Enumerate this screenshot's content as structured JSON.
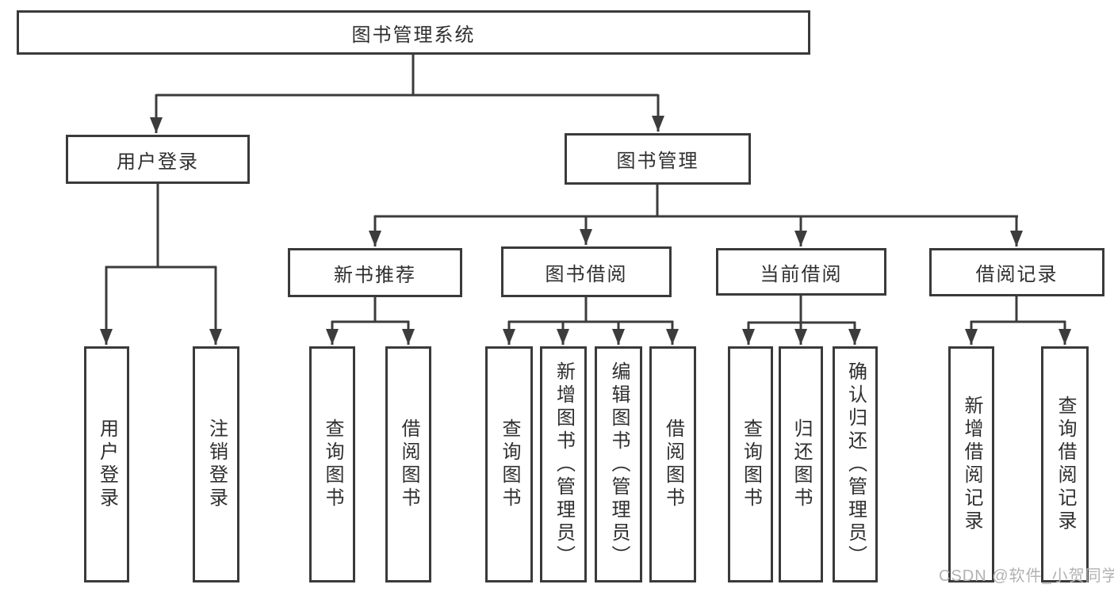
{
  "title": "图书管理系统",
  "watermark": "CSDN @软件_小贺同学",
  "colors": {
    "background": "#ffffff",
    "line": "#3c3c3c",
    "text": "#2f2f2f",
    "watermark": "#b2b2b2"
  },
  "nodes": {
    "root": "图书管理系统",
    "user_login": "用户登录",
    "book_mgmt": "图书管理",
    "new_books": "新书推荐",
    "book_borrow": "图书借阅",
    "current_borrow": "当前借阅",
    "borrow_records": "借阅记录",
    "leaf_user_login": "用户登录",
    "leaf_logout": "注销登录",
    "leaf_nb_query": "查询图书",
    "leaf_nb_borrow": "借阅图书",
    "leaf_bb_query": "查询图书",
    "leaf_bb_add": "新增图书（管理员）",
    "leaf_bb_edit": "编辑图书（管理员）",
    "leaf_bb_borrow": "借阅图书",
    "leaf_cb_query": "查询图书",
    "leaf_cb_return": "归还图书",
    "leaf_cb_confirm": "确认归还（管理员）",
    "leaf_br_add": "新增借阅记录",
    "leaf_br_query": "查询借阅记录"
  },
  "tree": [
    {
      "label": "图书管理系统",
      "children": [
        {
          "label": "用户登录",
          "children": [
            {
              "label": "用户登录"
            },
            {
              "label": "注销登录"
            }
          ]
        },
        {
          "label": "图书管理",
          "children": [
            {
              "label": "新书推荐",
              "children": [
                {
                  "label": "查询图书"
                },
                {
                  "label": "借阅图书"
                }
              ]
            },
            {
              "label": "图书借阅",
              "children": [
                {
                  "label": "查询图书"
                },
                {
                  "label": "新增图书（管理员）"
                },
                {
                  "label": "编辑图书（管理员）"
                },
                {
                  "label": "借阅图书"
                }
              ]
            },
            {
              "label": "当前借阅",
              "children": [
                {
                  "label": "查询图书"
                },
                {
                  "label": "归还图书"
                },
                {
                  "label": "确认归还（管理员）"
                }
              ]
            },
            {
              "label": "借阅记录",
              "children": [
                {
                  "label": "新增借阅记录"
                },
                {
                  "label": "查询借阅记录"
                }
              ]
            }
          ]
        }
      ]
    }
  ]
}
